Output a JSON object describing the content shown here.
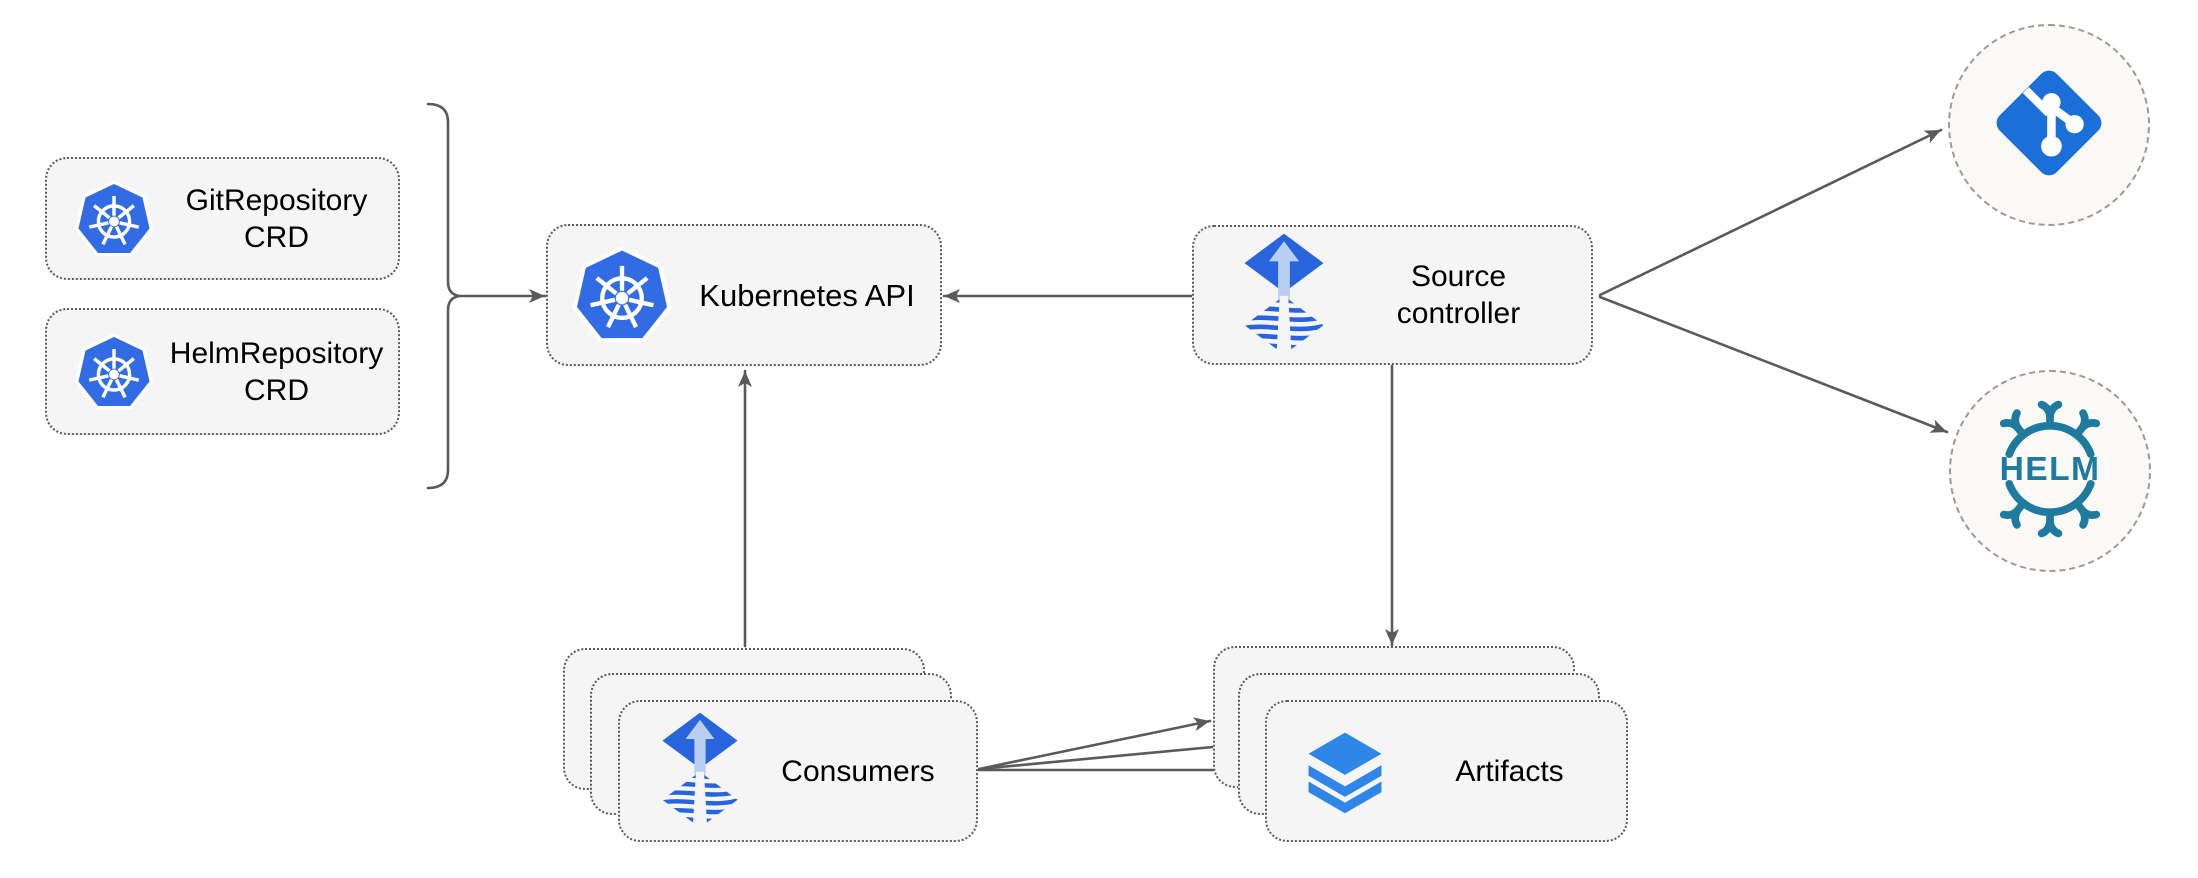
{
  "diagram": {
    "nodes": {
      "git_crd": {
        "lines": [
          "GitRepository",
          "CRD"
        ],
        "icon": "kubernetes-icon"
      },
      "helm_crd": {
        "lines": [
          "HelmRepository",
          "CRD"
        ],
        "icon": "kubernetes-icon"
      },
      "k8s_api": {
        "label": "Kubernetes API",
        "icon": "kubernetes-icon"
      },
      "source_controller": {
        "lines": [
          "Source",
          "controller"
        ],
        "icon": "flux-icon"
      },
      "consumers": {
        "label": "Consumers",
        "icon": "flux-icon",
        "stack_count": 3
      },
      "artifacts": {
        "label": "Artifacts",
        "icon": "layers-icon",
        "stack_count": 3
      },
      "git_remote": {
        "icon": "git-icon"
      },
      "helm_remote": {
        "icon": "helm-icon",
        "icon_text": "HELM"
      }
    },
    "edges": [
      {
        "from": "crd-group",
        "to": "kubernetes-api"
      },
      {
        "from": "source-controller",
        "to": "kubernetes-api"
      },
      {
        "from": "consumers",
        "to": "kubernetes-api"
      },
      {
        "from": "source-controller",
        "to": "artifacts"
      },
      {
        "from": "source-controller",
        "to": "git-remote"
      },
      {
        "from": "source-controller",
        "to": "helm-remote"
      },
      {
        "from": "consumers",
        "to": "artifacts"
      },
      {
        "from": "consumers",
        "to": "artifacts"
      },
      {
        "from": "consumers",
        "to": "artifacts"
      }
    ],
    "colors": {
      "kubernetes_blue": "#326ce5",
      "flux_blue": "#2864dc",
      "flux_arrow_light": "#b9cff2",
      "git_blue": "#1b6fd8",
      "layers_blue": "#2e86e8",
      "helm_teal": "#1e7a9e",
      "node_fill": "#f5f5f5",
      "circle_fill": "#faf9f6",
      "connector_gray": "#5a5a5a"
    }
  }
}
